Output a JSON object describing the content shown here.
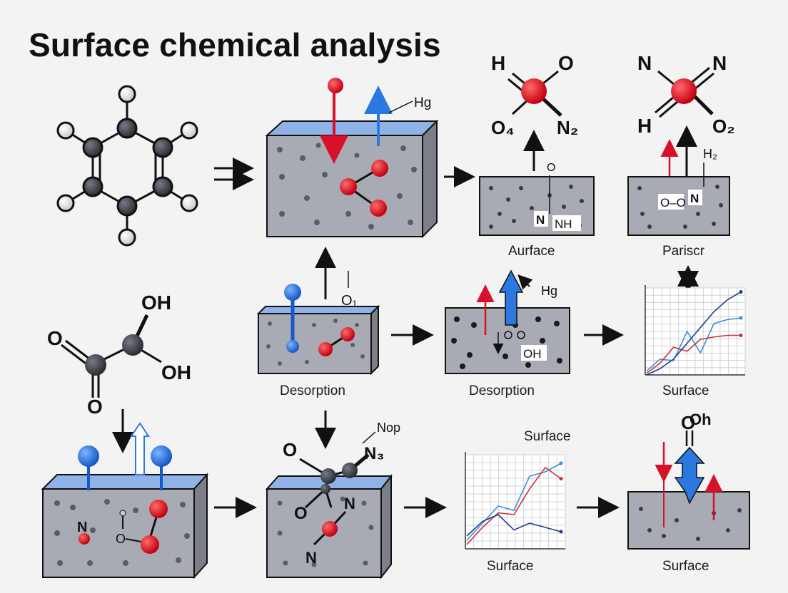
{
  "title": "Surface chemical analysis",
  "captions": {
    "mid_left_block": "Desorption",
    "mid_center_block": "Desorption",
    "top_right_center": "Aurface",
    "top_right": "Pariscr",
    "mid_right_chart": "Surface",
    "bottom_chart_top": "Surface",
    "bottom_chart": "Surface",
    "bottom_right_block": "Surface"
  },
  "labels": {
    "hg_top": "Hg",
    "hg_mid": "Hg",
    "o4_top": "O₄",
    "o1_mid": "O₁",
    "nop": "Nop",
    "n3": "N₃",
    "oh_bottom_right": "Oh",
    "h2_top_right": "H₂",
    "oh_mid_block": "OH",
    "nh_block": "NH",
    "n_block": "N"
  },
  "molecules": {
    "top_center": {
      "top_left": "H",
      "top_right": "O",
      "bottom_left": "O₄",
      "bottom_right": "N₂"
    },
    "top_right": {
      "top_left": "N",
      "top_right": "N",
      "bottom_left": "H",
      "bottom_right": "O₂"
    },
    "oxalic": {
      "oh_top": "OH",
      "oh_bottom": "OH",
      "o_left": "O",
      "o_bottom": "O"
    },
    "small_o": "O",
    "small_n": "N",
    "oxygen_label": "O"
  },
  "colors": {
    "block_face": "#a8abb3",
    "block_top": "#8fb3e8",
    "block_side": "#7c7f88",
    "atom_red": "#e0101e",
    "atom_blue": "#1e6fe0",
    "atom_dark": "#3a3d45",
    "arrow_red": "#d8102a",
    "arrow_blue": "#2a78e0",
    "line_blue": "#3d8fd6",
    "line_red": "#c8323c"
  },
  "chart_data": [
    {
      "type": "line",
      "series": [
        {
          "values": [
            0.05,
            0.2,
            0.18,
            0.55,
            0.28,
            0.65,
            0.7,
            0.72
          ]
        },
        {
          "values": [
            0.02,
            0.15,
            0.35,
            0.3,
            0.45,
            0.48,
            0.5,
            0.5
          ]
        },
        {
          "values": [
            0.0,
            0.08,
            0.2,
            0.4,
            0.6,
            0.8,
            0.95,
            1.05
          ]
        }
      ],
      "grid": true
    },
    {
      "type": "line",
      "series": [
        {
          "values": [
            0.1,
            0.3,
            0.5,
            0.45,
            0.85,
            0.9,
            1.0
          ]
        },
        {
          "values": [
            0.05,
            0.25,
            0.42,
            0.4,
            0.7,
            0.95,
            0.82
          ]
        },
        {
          "values": [
            0.15,
            0.32,
            0.4,
            0.22,
            0.3,
            0.25,
            0.2
          ]
        }
      ],
      "grid": true
    }
  ]
}
